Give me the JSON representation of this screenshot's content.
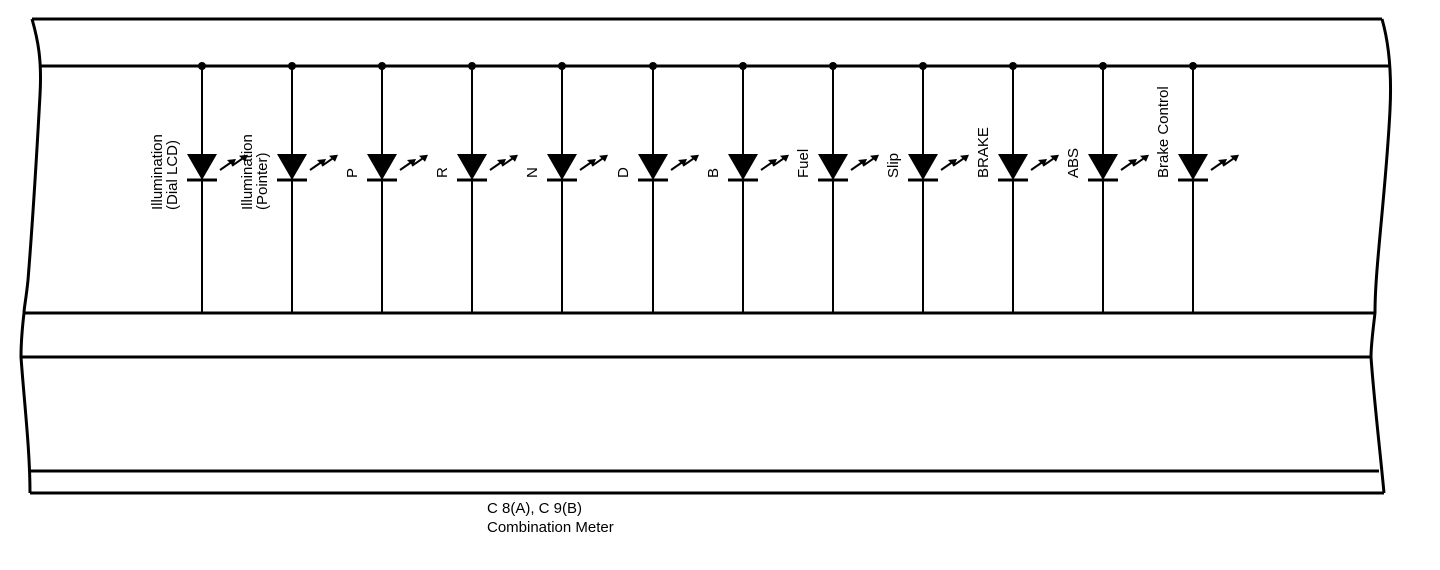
{
  "colors": {
    "line": "#000000",
    "background": "#ffffff"
  },
  "leds": [
    {
      "label_lines": [
        "Illumination",
        "(Dial LCD)"
      ]
    },
    {
      "label_lines": [
        "Illumination",
        "(Pointer)"
      ]
    },
    {
      "label_lines": [
        "P"
      ]
    },
    {
      "label_lines": [
        "R"
      ]
    },
    {
      "label_lines": [
        "N"
      ]
    },
    {
      "label_lines": [
        "D"
      ]
    },
    {
      "label_lines": [
        "B"
      ]
    },
    {
      "label_lines": [
        "Fuel"
      ]
    },
    {
      "label_lines": [
        "Slip"
      ]
    },
    {
      "label_lines": [
        "BRAKE"
      ]
    },
    {
      "label_lines": [
        "ABS"
      ]
    },
    {
      "label_lines": [
        "Brake Control"
      ]
    }
  ],
  "component": {
    "connectors": "C 8(A), C 9(B)",
    "name": "Combination Meter"
  }
}
